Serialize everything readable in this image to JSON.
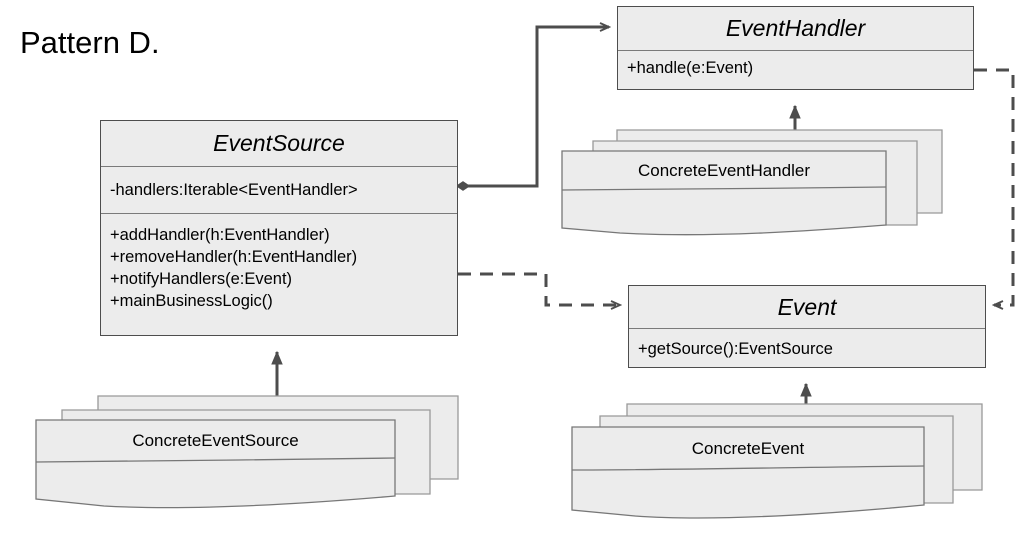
{
  "title": "Pattern D.",
  "colors": {
    "box_fill": "#ECECEC",
    "box_border": "#4D4D4D",
    "separator": "#7A7A7A",
    "connector": "#4D4D4D",
    "stack_back_fill": "#ECECEC",
    "background": "#FFFFFF",
    "text": "#000000"
  },
  "classes": {
    "event_source": {
      "name": "EventSource",
      "abstract": true,
      "attributes": [
        "-handlers:Iterable<EventHandler>"
      ],
      "operations": [
        "+addHandler(h:EventHandler)",
        "+removeHandler(h:EventHandler)",
        "+notifyHandlers(e:Event)",
        "+mainBusinessLogic()"
      ]
    },
    "event_handler": {
      "name": "EventHandler",
      "abstract": true,
      "attributes": [],
      "operations": [
        "+handle(e:Event)"
      ]
    },
    "event": {
      "name": "Event",
      "abstract": true,
      "attributes": [],
      "operations": [
        "+getSource():EventSource"
      ]
    },
    "concrete_event_source": {
      "name": "ConcreteEventSource"
    },
    "concrete_event_handler": {
      "name": "ConcreteEventHandler"
    },
    "concrete_event": {
      "name": "ConcreteEvent"
    }
  },
  "relationships": [
    {
      "id": "aggregation-eventsource-eventhandler",
      "type": "aggregation",
      "from": "EventSource",
      "to": "EventHandler",
      "line": "solid",
      "source_marker": "filled-diamond",
      "target_marker": "open-arrow"
    },
    {
      "id": "dependency-eventsource-event",
      "type": "dependency",
      "from": "EventSource",
      "to": "Event",
      "line": "dashed",
      "source_marker": "none",
      "target_marker": "open-arrow"
    },
    {
      "id": "dependency-eventhandler-event",
      "type": "dependency",
      "from": "EventHandler",
      "to": "Event",
      "line": "dashed",
      "source_marker": "none",
      "target_marker": "open-arrow"
    },
    {
      "id": "generalization-concreteeventsource-eventsource",
      "type": "generalization",
      "from": "ConcreteEventSource",
      "to": "EventSource",
      "line": "solid",
      "target_marker": "closed-arrow"
    },
    {
      "id": "generalization-concreteeventhandler-eventhandler",
      "type": "generalization",
      "from": "ConcreteEventHandler",
      "to": "EventHandler",
      "line": "solid",
      "target_marker": "closed-arrow"
    },
    {
      "id": "generalization-concreteevent-event",
      "type": "generalization",
      "from": "ConcreteEvent",
      "to": "Event",
      "line": "solid",
      "target_marker": "closed-arrow"
    }
  ]
}
